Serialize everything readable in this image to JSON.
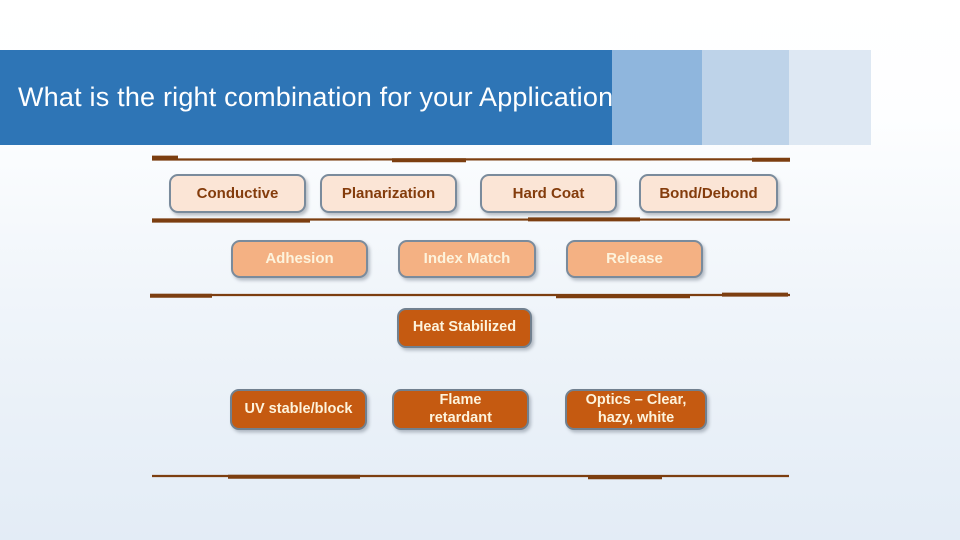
{
  "title": "What is the right combination for your Application?",
  "colors": {
    "header_blue": "#2E75B6",
    "header_block1": "#8FB6DD",
    "header_block2": "#BED3E9",
    "header_block3": "#DEE8F3",
    "row1_fill": "#FBE5D6",
    "row2_fill": "#F4B183",
    "row34_fill": "#C55A11",
    "row1_text": "#843C0C",
    "light_text": "#FDF3DC",
    "border_bluegray": "#7A8B9C",
    "border_gray": "#71808F",
    "line_brown": "#7C3E10"
  },
  "groups": {
    "row1": {
      "boxes": [
        {
          "label": "Conductive"
        },
        {
          "label": "Planarization"
        },
        {
          "label": "Hard Coat"
        },
        {
          "label": "Bond/Debond"
        }
      ]
    },
    "row2": {
      "boxes": [
        {
          "label": "Adhesion"
        },
        {
          "label": "Index Match"
        },
        {
          "label": "Release"
        }
      ]
    },
    "row3": {
      "boxes": [
        {
          "label": "Heat Stabilized"
        }
      ]
    },
    "row4": {
      "boxes": [
        {
          "label": "UV stable/block"
        },
        {
          "label": "Flame\nretardant"
        },
        {
          "label": "Optics – Clear,\nhazy, white"
        }
      ]
    }
  }
}
